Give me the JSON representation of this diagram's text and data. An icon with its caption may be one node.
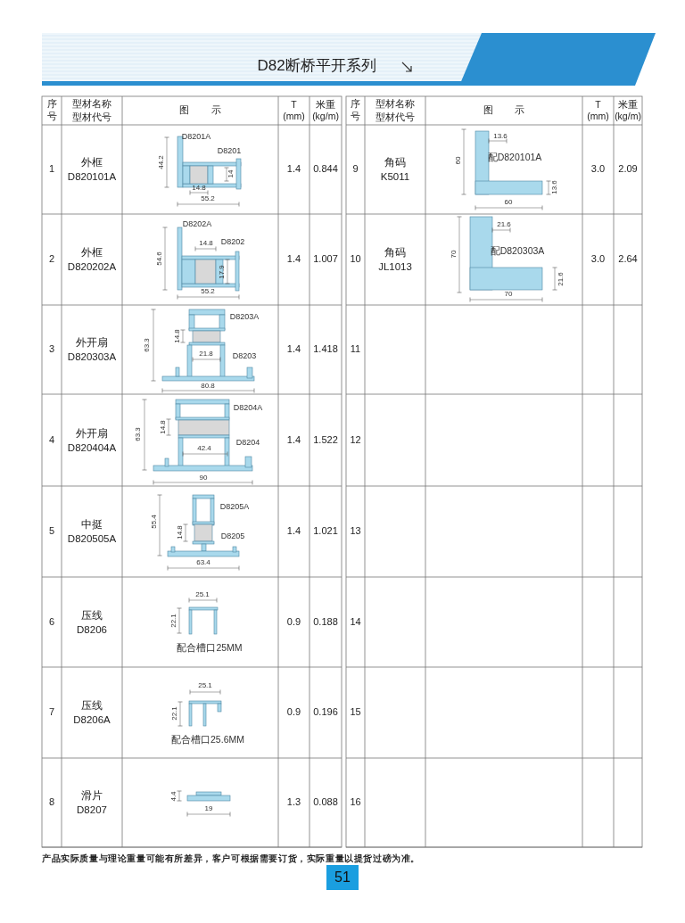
{
  "diagram": {
    "title": "D82断桥平开系列",
    "labels": [
      "序号",
      "型材名称",
      "型材代号",
      "图示",
      "T (mm)",
      "米重 (kg/m)",
      "序号",
      "型材名称",
      "型材代号",
      "图示",
      "T (mm)",
      "米重 (kg/m)",
      "1",
      "外框",
      "D820101A",
      "D8201A",
      "D8201",
      "44.2",
      "14",
      "14.8",
      "55.2",
      "1.4",
      "0.844",
      "9",
      "角码",
      "K5011",
      "13.6",
      "60",
      "配D820101A",
      "13.6",
      "60",
      "3.0",
      "2.09",
      "2",
      "外框",
      "D820202A",
      "D8202A",
      "54.6",
      "14.8",
      "D8202",
      "17.9",
      "55.2",
      "1.4",
      "1.007",
      "10",
      "角码",
      "JL1013",
      "21.6",
      "70",
      "配D820303A",
      "21.6",
      "70",
      "3.0",
      "2.64",
      "3",
      "外开扇",
      "D820303A",
      "D8203A",
      "63.3",
      "14.8",
      "21.8",
      "D8203",
      "80.8",
      "1.4",
      "1.418",
      "11",
      "4",
      "外开扇",
      "D820404A",
      "D8204A",
      "63.3",
      "14.8",
      "42.4",
      "D8204",
      "90",
      "1.4",
      "1.522",
      "12",
      "5",
      "中挺",
      "D820505A",
      "D8205A",
      "55.4",
      "14.8",
      "D8205",
      "63.4",
      "1.4",
      "1.021",
      "13",
      "6",
      "压线",
      "D8206",
      "25.1",
      "22.1",
      "配合槽口25MM",
      "0.9",
      "0.188",
      "14",
      "7",
      "压线",
      "D8206A",
      "25.1",
      "22.1",
      "配合槽口25.6MM",
      "0.9",
      "0.196",
      "15",
      "8",
      "滑片",
      "D8207",
      "4.4",
      "19",
      "1.3",
      "0.088",
      "16",
      "产品实际质量与理论重量可能有所差异，客户可根据需要订货，实际重量以提货过磅为准。",
      "51"
    ]
  }
}
